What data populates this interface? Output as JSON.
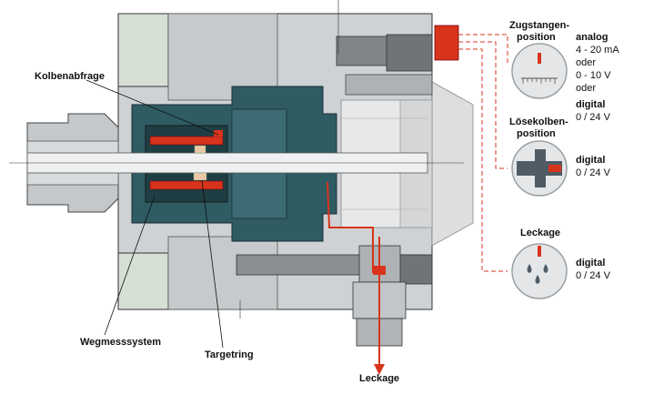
{
  "labels": {
    "kolbenabfrage": "Kolbenabfrage",
    "wegmesssystem": "Wegmesssystem",
    "targetring": "Targetring",
    "leckage_bottom": "Leckage"
  },
  "indicators": {
    "zugstangen": {
      "title_line1": "Zugstangen-",
      "title_line2": "position",
      "mode": "analog",
      "values": [
        "4 - 20 mA",
        "oder",
        "0 - 10 V",
        "oder"
      ],
      "mode2": "digital",
      "value2": "0 / 24 V"
    },
    "loesekolben": {
      "title_line1": "Lösekolben-",
      "title_line2": "position",
      "mode": "digital",
      "value": "0 / 24 V"
    },
    "leckage": {
      "title": "Leckage",
      "mode": "digital",
      "value": "0 / 24 V"
    }
  },
  "colors": {
    "signal": "#d8341c",
    "dial": "#e4e6e8",
    "dial_dark": "#4f5c66",
    "body_gray": "#bfc3c6",
    "petrol": "#2f5b63",
    "mint": "#d5dfd4"
  }
}
